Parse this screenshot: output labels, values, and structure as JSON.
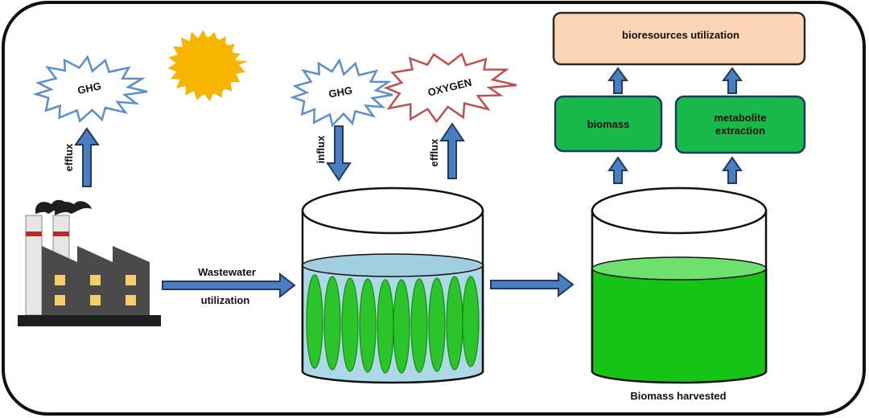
{
  "labels": {
    "ghg_left": "GHG",
    "ghg_center": "GHG",
    "oxygen": "OXYGEN",
    "efflux_left": "efflux",
    "influx": "influx",
    "efflux_right": "efflux",
    "wastewater": "Wastewater",
    "utilization": "utilization",
    "bioresources": "bioresources utilization",
    "biomass": "biomass",
    "metabolite_line1": "metabolite",
    "metabolite_line2": "extraction",
    "biomass_harvested": "Biomass harvested"
  },
  "colors": {
    "ghg_outline": "#5b8fc9",
    "oxygen_outline": "#c0504d",
    "arrow_fill": "#4a7ec0",
    "arrow_stroke": "#1f3b63",
    "sun": "#f7b500",
    "water": "#add8e6",
    "algae": "#2bc52b",
    "biomass_liquid": "#16c416",
    "box_green": "#18b84a",
    "box_peach": "#fbd5b5",
    "factory_dark": "#4a4a4a",
    "window": "#f3cf6b"
  }
}
